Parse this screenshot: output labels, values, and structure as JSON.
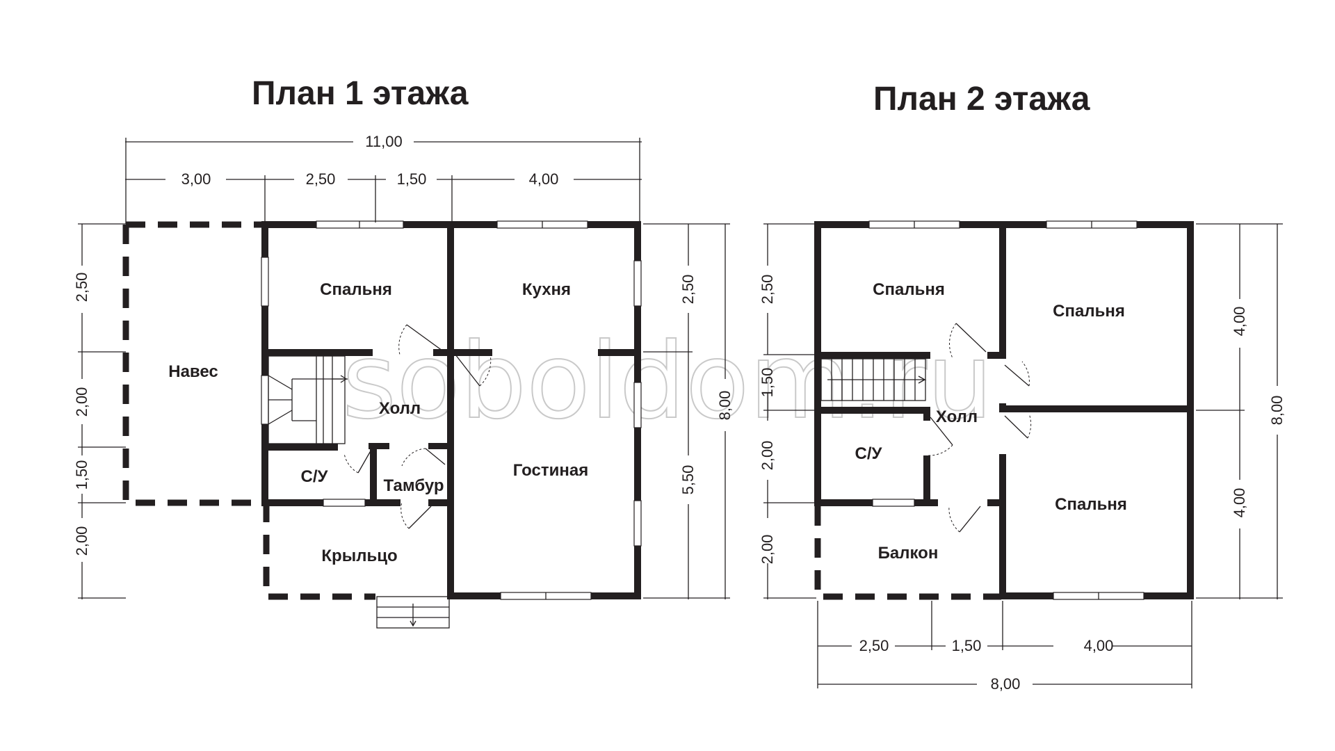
{
  "titles": {
    "floor1": "План 1 этажа",
    "floor2": "План 2 этажа"
  },
  "watermark": "soboldom.ru",
  "floor1": {
    "rooms": {
      "naves": "Навес",
      "bedroom": "Спальня",
      "kitchen": "Кухня",
      "hall": "Холл",
      "wc": "С/У",
      "tambur": "Тамбур",
      "living": "Гостиная",
      "porch": "Крыльцо"
    },
    "dims": {
      "total_width": "11,00",
      "w1": "3,00",
      "w2": "2,50",
      "w3": "1,50",
      "w4": "4,00",
      "l1": "2,50",
      "l2": "2,00",
      "l3": "1,50",
      "l4": "2,00",
      "r1": "2,50",
      "r2": "5,50",
      "r_total": "8,00"
    }
  },
  "floor2": {
    "rooms": {
      "bedroom1": "Спальня",
      "bedroom2": "Спальня",
      "bedroom3": "Спальня",
      "hall": "Холл",
      "wc": "С/У",
      "balcony": "Балкон"
    },
    "dims": {
      "l1": "2,50",
      "l2": "1,50",
      "l3": "2,00",
      "l4": "2,00",
      "r1": "4,00",
      "r2": "4,00",
      "r_total": "8,00",
      "b1": "2,50",
      "b2": "1,50",
      "b3": "4,00",
      "b_total": "8,00"
    }
  }
}
